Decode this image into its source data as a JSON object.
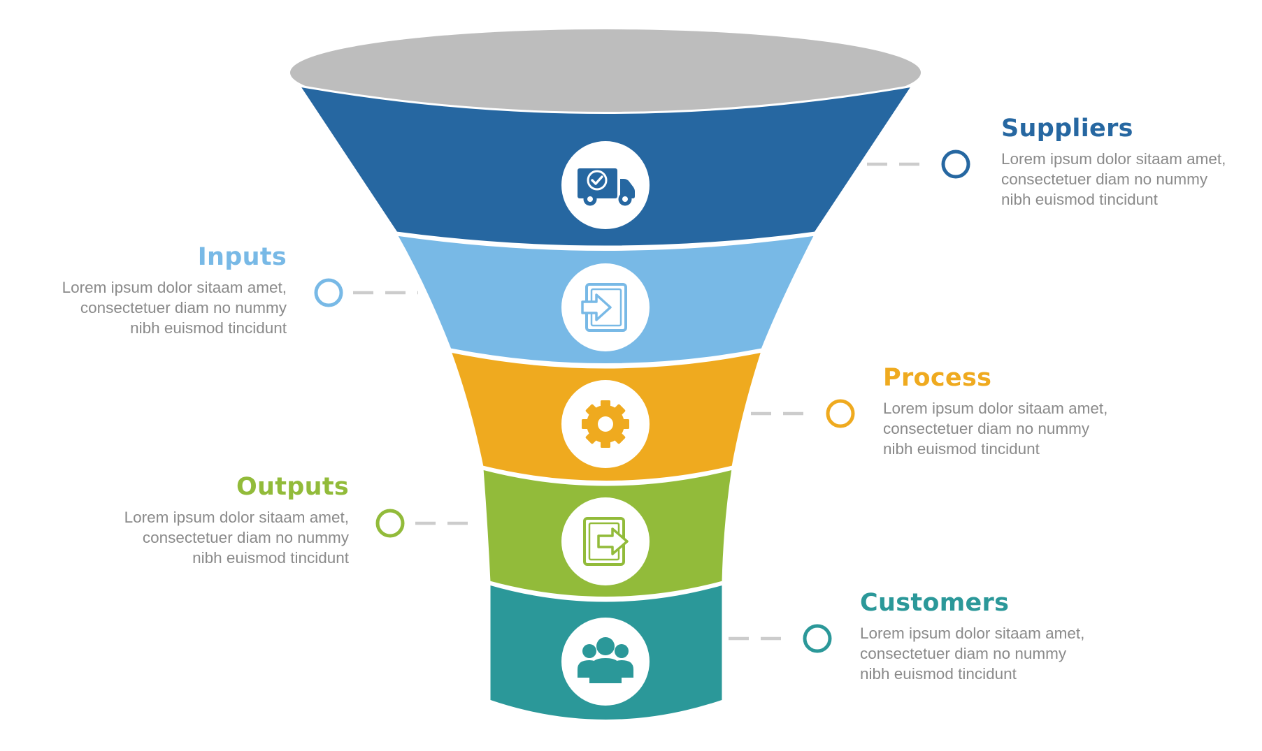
{
  "colors": {
    "rim": "#bdbdbd",
    "suppliers": "#2667a1",
    "inputs": "#78b9e6",
    "process": "#efaa1f",
    "outputs": "#92bb3a",
    "customers": "#2b9899",
    "connector": "#cccccc",
    "description": "#8a8a8a"
  },
  "stages": [
    {
      "id": "suppliers",
      "title": "Suppliers",
      "icon": "truck-check-icon",
      "side": "right",
      "description": [
        "Lorem ipsum dolor sitaam amet,",
        "consectetuer diam no nummy",
        "nibh euismod tincidunt"
      ]
    },
    {
      "id": "inputs",
      "title": "Inputs",
      "icon": "input-arrow-icon",
      "side": "left",
      "description": [
        "Lorem ipsum dolor sitaam amet,",
        "consectetuer diam no nummy",
        "nibh euismod tincidunt"
      ]
    },
    {
      "id": "process",
      "title": "Process",
      "icon": "gear-icon",
      "side": "right",
      "description": [
        "Lorem ipsum dolor sitaam amet,",
        "consectetuer diam no nummy",
        "nibh euismod tincidunt"
      ]
    },
    {
      "id": "outputs",
      "title": "Outputs",
      "icon": "output-arrow-icon",
      "side": "left",
      "description": [
        "Lorem ipsum dolor sitaam amet,",
        "consectetuer diam no nummy",
        "nibh euismod tincidunt"
      ]
    },
    {
      "id": "customers",
      "title": "Customers",
      "icon": "people-group-icon",
      "side": "right",
      "description": [
        "Lorem ipsum dolor sitaam amet,",
        "consectetuer diam no nummy",
        "nibh euismod tincidunt"
      ]
    }
  ]
}
